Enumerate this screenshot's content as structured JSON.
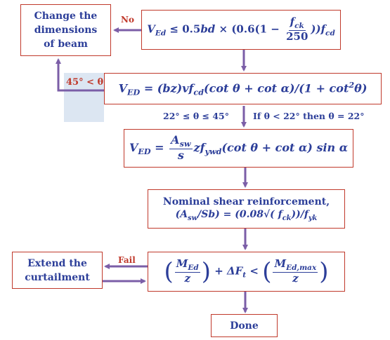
{
  "boxes": {
    "change_dimensions": {
      "lines": [
        "Change the",
        "dimensions",
        "of beam"
      ]
    },
    "shear_check": {
      "lhs": "V",
      "lhs_sub": "Ed",
      "rel": "≤ 0.5",
      "b": "bd",
      "times": "× (0.6(1 −",
      "num": "f",
      "num_sub": "ck",
      "den": "250",
      "tail": "))f",
      "tail_sub": "cd"
    },
    "ved_theta": {
      "lhs": "V",
      "lhs_sub": "ED",
      "rhs": "= (bz)vf",
      "rhs_sub": "cd",
      "rest": "(cot θ + cot α)/(1 + cot",
      "sup": "2",
      "end": "θ)"
    },
    "ved_asw": {
      "lhs": "V",
      "lhs_sub": "ED",
      "eq": "=",
      "num": "A",
      "num_sub": "sw",
      "den": "s",
      "rhs": "zf",
      "rhs_sub": "ywd",
      "rest": "(cot θ + cot α) sin α"
    },
    "nominal": {
      "title": "Nominal shear reinforcement,",
      "formula_a": "(A",
      "formula_a_sub": "sw",
      "formula_b": "/Sb) = (0.08√( f",
      "formula_b_sub": "ck",
      "formula_c": "))/f",
      "formula_c_sub": "yk"
    },
    "moment_check": {
      "num1": "M",
      "num1_sub": "Ed",
      "den1": "z",
      "mid": "+ ΔF",
      "mid_sub": "t",
      "lt": "<",
      "num2": "M",
      "num2_sub": "Ed,max",
      "den2": "z"
    },
    "extend": {
      "lines": [
        "Extend the",
        "curtailment"
      ]
    },
    "done": {
      "label": "Done"
    }
  },
  "labels": {
    "no": "No",
    "theta_high": "45° < θ",
    "theta_range": "22° ≤ θ ≤ 45°",
    "theta_low": "If θ < 22° then θ = 22°",
    "fail": "Fail"
  },
  "colors": {
    "box_border": "#c0392b",
    "text": "#2c3e99",
    "arrow": "#7b5ea7",
    "label_red": "#c0392b",
    "highlight": "#dce6f2"
  }
}
